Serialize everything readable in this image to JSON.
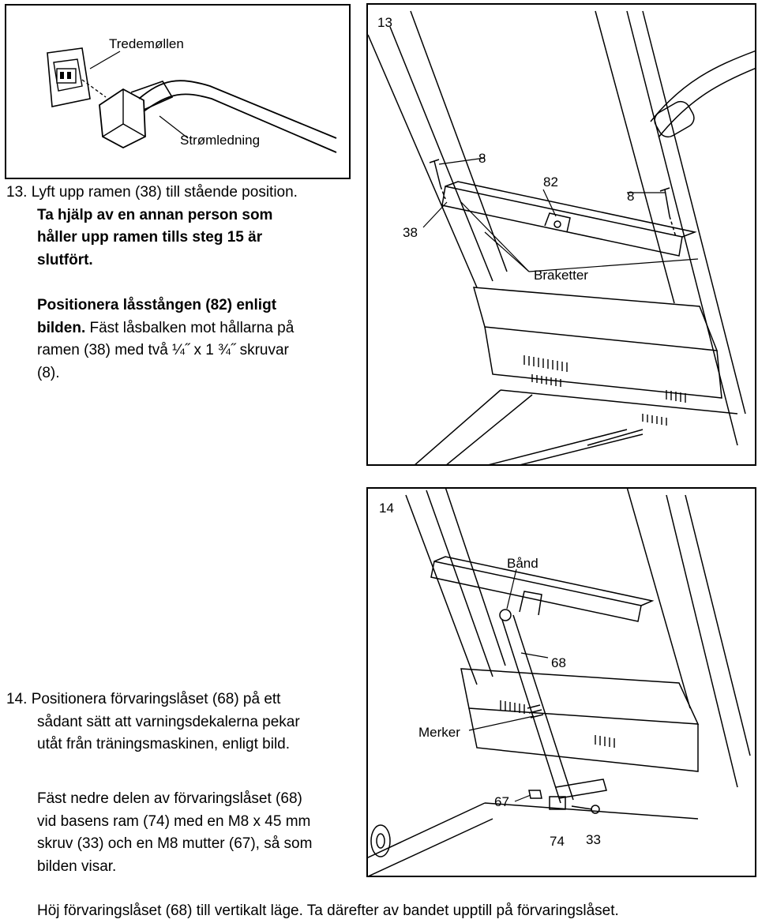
{
  "inset": {
    "treadmill_label": "Tredemøllen",
    "cord_label": "Strømledning"
  },
  "step13": {
    "number": "13",
    "line1": "13.  Lyft upp ramen (38) till stående position.",
    "line2": "Ta hjälp av en annan person som",
    "line3": "håller upp ramen tills steg 15 är",
    "line4": "slutfört.",
    "p2_line1": "Positionera låsstången (82) enligt",
    "p2_line2_bold": "bilden.",
    "p2_line2_rest": " Fäst låsbalken mot hållarna på",
    "p2_line3": "ramen (38) med två ¼˝ x 1 ¾˝ skruvar",
    "p2_line4": "(8).",
    "callouts": {
      "screw_top": "8",
      "bar": "82",
      "screw_right": "8",
      "frame": "38",
      "brackets": "Braketter"
    }
  },
  "step14": {
    "number": "14",
    "line1": "14.  Positionera förvaringslåset (68) på ett",
    "line2": "sådant sätt att varningsdekalerna pekar",
    "line3": "utåt från träningsmaskinen, enligt bild.",
    "p2_line1": "Fäst nedre delen av förvaringslåset (68)",
    "p2_line2": "vid basens ram (74) med en M8 x 45 mm",
    "p2_line3": "skruv (33) och en M8 mutter (67), så som",
    "p2_line4": "bilden visar.",
    "callouts": {
      "strap": "Bånd",
      "latch": "68",
      "decals": "Merker",
      "nut": "67",
      "base": "74",
      "bolt": "33"
    }
  },
  "footer": "Höj förvaringslåset (68) till vertikalt läge. Ta därefter av bandet upptill på förvaringslåset."
}
